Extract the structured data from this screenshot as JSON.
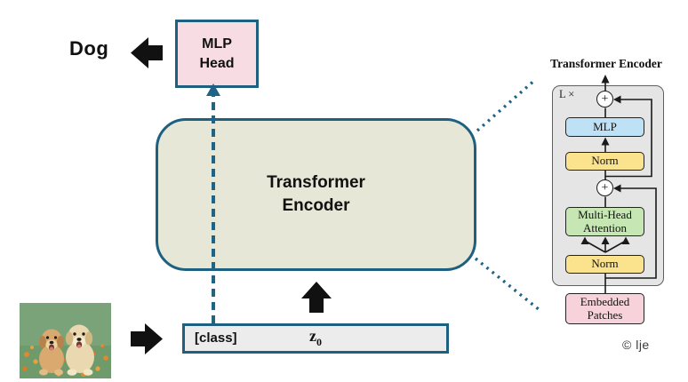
{
  "main": {
    "prediction_label": "Dog",
    "mlp_head": {
      "line1": "MLP",
      "line2": "Head"
    },
    "encoder": {
      "line1": "Transformer",
      "line2": "Encoder"
    },
    "token_bar": {
      "class_token": "[class]",
      "z_base": "z",
      "z_sub": "0"
    }
  },
  "detail": {
    "title": "Transformer Encoder",
    "loop_label": "L ×",
    "plus_top": "+",
    "plus_bottom": "+",
    "mlp": "MLP",
    "norm_top": "Norm",
    "mha": {
      "line1": "Multi-Head",
      "line2": "Attention"
    },
    "norm_bottom": "Norm",
    "embedded": {
      "line1": "Embedded",
      "line2": "Patches"
    }
  },
  "footer": {
    "credit": "© lje"
  },
  "colors": {
    "teal": "#1e6080",
    "encoder_fill": "#e7e7d8",
    "mlp_head_fill": "#f7dde3",
    "bar_fill": "#ececec",
    "detail_fill": "#e5e5e5",
    "mlp_fill": "#bfe1f6",
    "norm_fill": "#fbe28d",
    "mha_fill": "#c6e7b3",
    "embed_fill": "#f8d2da",
    "arrow_black": "#111111"
  }
}
